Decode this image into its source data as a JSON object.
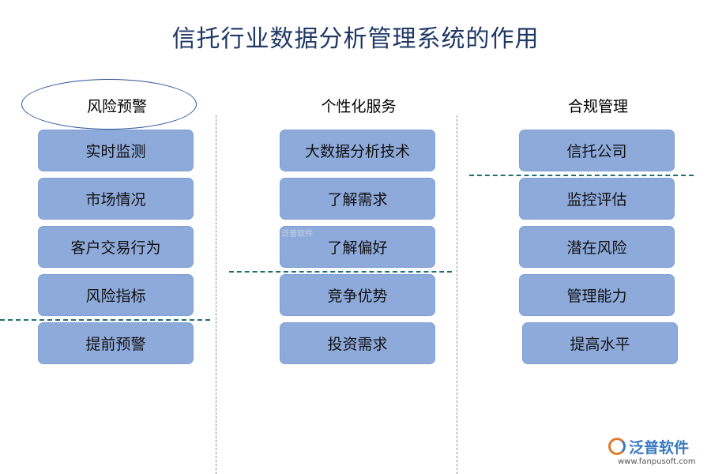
{
  "title": "信托行业数据分析管理系统的作用",
  "columns": [
    {
      "heading": "风险预警",
      "items": [
        "实时监测",
        "市场情况",
        "客户交易行为",
        "风险指标",
        "提前预警"
      ]
    },
    {
      "heading": "个性化服务",
      "items": [
        "大数据分析技术",
        "了解需求",
        "了解偏好",
        "竞争优势",
        "投资需求"
      ]
    },
    {
      "heading": "合规管理",
      "items": [
        "信托公司",
        "监控评估",
        "潜在风险",
        "管理能力",
        "提高水平"
      ]
    }
  ],
  "watermark": {
    "center_text": "泛普软件",
    "brand": "泛普软件",
    "url": "www.fanpusoft.com"
  },
  "colors": {
    "box_fill": "#8eaadb",
    "title": "#1f3864",
    "ellipse": "#2f5597",
    "dash": "#1f6f6f"
  }
}
